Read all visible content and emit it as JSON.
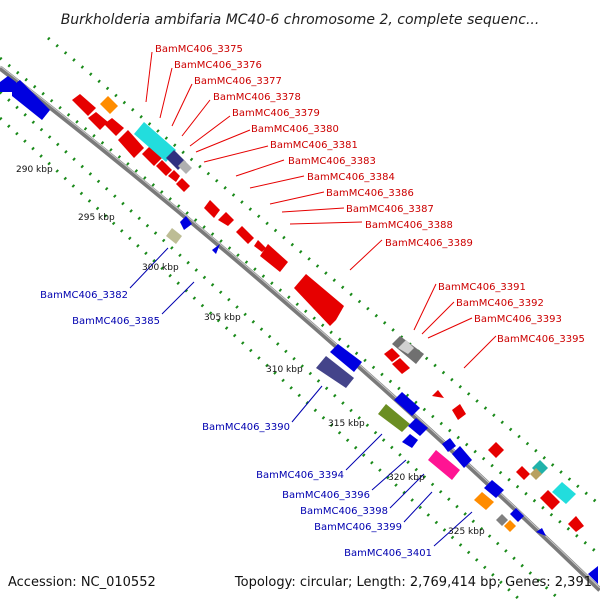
{
  "title": "Burkholderia ambifaria MC40-6 chromosome 2, complete sequenc...",
  "footer": {
    "accession": "Accession: NC_010552",
    "topology": "Topology: circular; Length: 2,769,414 bp; Genes: 2,391"
  },
  "ticks": [
    "290 kbp",
    "295 kbp",
    "300 kbp",
    "305 kbp",
    "310 kbp",
    "315 kbp",
    "320 kbp",
    "325 kbp"
  ],
  "labels_top": [
    "BamMC406_3375",
    "BamMC406_3376",
    "BamMC406_3377",
    "BamMC406_3378",
    "BamMC406_3379",
    "BamMC406_3380",
    "BamMC406_3381",
    "BamMC406_3383",
    "BamMC406_3384",
    "BamMC406_3386",
    "BamMC406_3387",
    "BamMC406_3388",
    "BamMC406_3389",
    "BamMC406_3391",
    "BamMC406_3392",
    "BamMC406_3393",
    "BamMC406_3395"
  ],
  "labels_bottom": [
    "BamMC406_3382",
    "BamMC406_3385",
    "BamMC406_3390",
    "BamMC406_3394",
    "BamMC406_3396",
    "BamMC406_3398",
    "BamMC406_3399",
    "BamMC406_3401"
  ],
  "colors": {
    "forward_strand": "#e60000",
    "reverse_strand": "#0000e0",
    "backbone": "#888888",
    "dot_track": "#1a8a1a",
    "top_label": "#cc0000",
    "bottom_label": "#0000b0"
  }
}
